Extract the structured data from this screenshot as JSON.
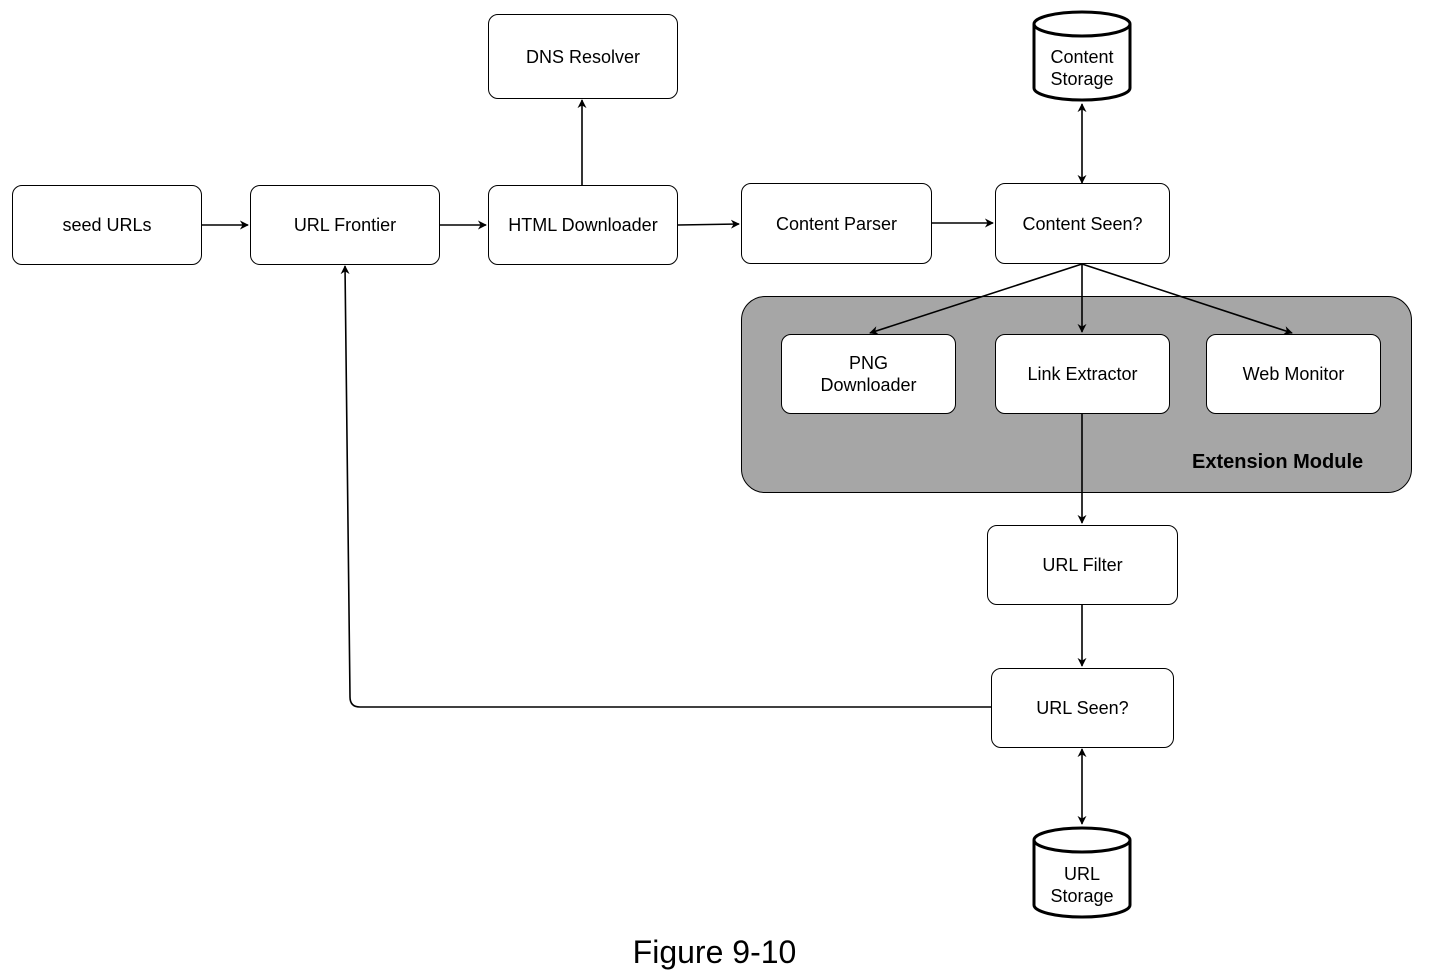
{
  "nodes": {
    "seed_urls": "seed URLs",
    "url_frontier": "URL Frontier",
    "html_downloader": "HTML Downloader",
    "dns_resolver": "DNS Resolver",
    "content_parser": "Content Parser",
    "content_seen": "Content Seen?",
    "png_downloader": "PNG\nDownloader",
    "link_extractor": "Link Extractor",
    "web_monitor": "Web Monitor",
    "url_filter": "URL Filter",
    "url_seen": "URL Seen?"
  },
  "storage": {
    "content_storage": "Content\nStorage",
    "url_storage": "URL\nStorage"
  },
  "group": {
    "extension_module": "Extension Module"
  },
  "caption": "Figure 9-10",
  "colors": {
    "group_fill": "#a6a6a6",
    "stroke": "#000000"
  }
}
